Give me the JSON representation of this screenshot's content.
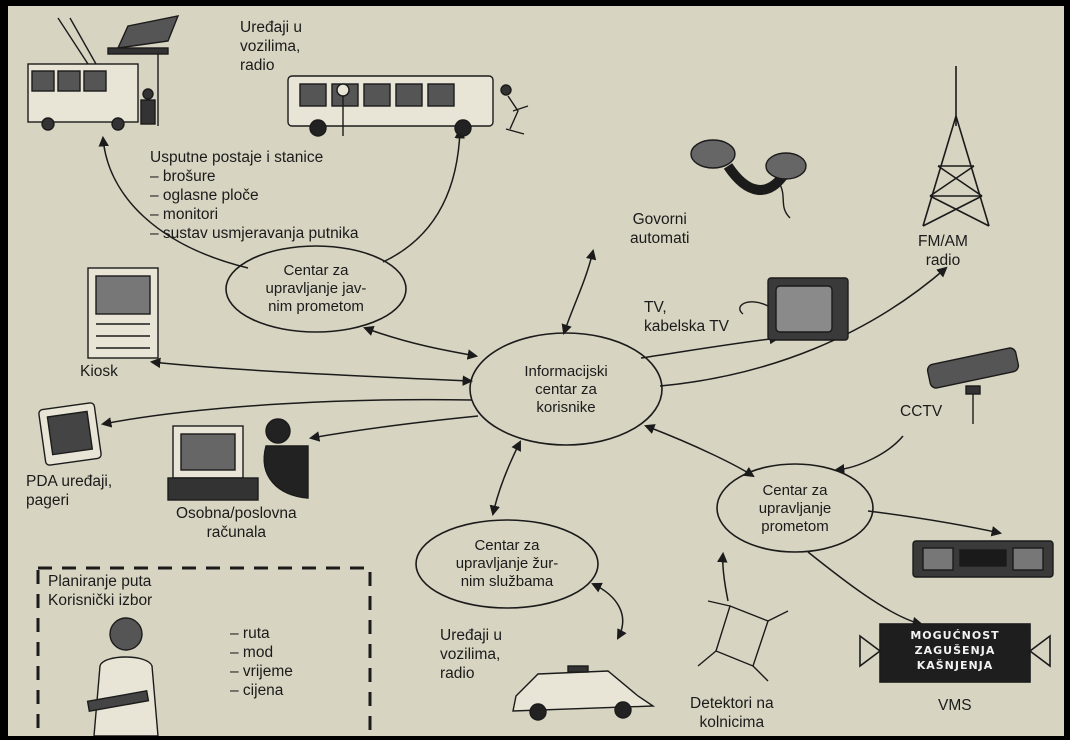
{
  "nodes": {
    "public_transport_center": {
      "lines": [
        "Centar za",
        "upravljanje jav-",
        "nim prometom"
      ]
    },
    "info_center": {
      "lines": [
        "Informacijski",
        "centar za",
        "korisnike"
      ]
    },
    "traffic_center": {
      "lines": [
        "Centar za",
        "upravljanje",
        "prometom"
      ]
    },
    "emergency_center": {
      "lines": [
        "Centar za",
        "upravljanje žur-",
        "nim službama"
      ]
    }
  },
  "labels": {
    "vehicles_top": [
      "Uređaji u",
      "vozilima,",
      "radio"
    ],
    "stations_title": "Usputne postaje i stanice",
    "stations_items": [
      "– brošure",
      "– oglasne ploče",
      "– monitori",
      "– sustav usmjeravanja putnika"
    ],
    "payphones": [
      "Govorni",
      "automati"
    ],
    "radio": [
      "FM/AM",
      "radio"
    ],
    "tv": [
      "TV,",
      "kabelska TV"
    ],
    "kiosk": "Kiosk",
    "cctv": "CCTV",
    "pda": [
      "PDA uređaji,",
      "pageri"
    ],
    "pc": [
      "Osobna/poslovna",
      "računala"
    ],
    "vehicles_bottom": [
      "Uređaji u",
      "vozilima,",
      "radio"
    ],
    "detectors": [
      "Detektori na",
      "kolnicima"
    ],
    "vms": "VMS"
  },
  "planning_box": {
    "title_lines": [
      "Planiranje puta",
      "Korisnički izbor"
    ],
    "items": [
      "– ruta",
      "– mod",
      "– vrijeme",
      "– cijena"
    ]
  },
  "vms_sign": [
    "MOGUĆNOST",
    "ZAGUŠENJA",
    "KAŠNJENJA"
  ],
  "colors": {
    "paper": "#d8d4c2",
    "ink": "#1b1b1b",
    "sign": "#1e1e1e"
  }
}
